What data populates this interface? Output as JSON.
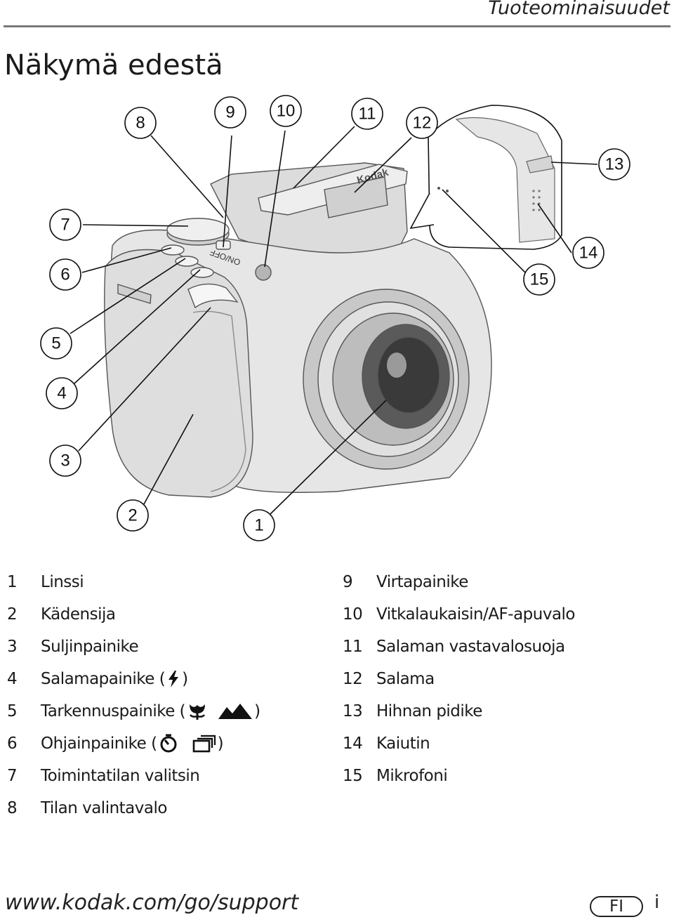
{
  "header": {
    "section_title": "Tuoteominaisuudet"
  },
  "page_title": "Näkymä edestä",
  "callouts": [
    "1",
    "2",
    "3",
    "4",
    "5",
    "6",
    "7",
    "8",
    "9",
    "10",
    "11",
    "12",
    "13",
    "14",
    "15"
  ],
  "legend": {
    "left": [
      {
        "num": "1",
        "pre": "Linssi",
        "post": "",
        "icons": []
      },
      {
        "num": "2",
        "pre": "Kädensija",
        "post": "",
        "icons": []
      },
      {
        "num": "3",
        "pre": "Suljinpainike",
        "post": "",
        "icons": []
      },
      {
        "num": "4",
        "pre": "Salamapainike (",
        "post": ")",
        "icons": [
          "flash-icon"
        ]
      },
      {
        "num": "5",
        "pre": "Tarkennuspainike (",
        "post": ")",
        "icons": [
          "macro-icon",
          "landscape-icon"
        ]
      },
      {
        "num": "6",
        "pre": "Ohjainpainike (",
        "post": ")",
        "icons": [
          "self-timer-icon",
          "burst-icon"
        ]
      },
      {
        "num": "7",
        "pre": "Toimintatilan valitsin",
        "post": "",
        "icons": []
      },
      {
        "num": "8",
        "pre": "Tilan valintavalo",
        "post": "",
        "icons": []
      }
    ],
    "right": [
      {
        "num": "9",
        "pre": "Virtapainike"
      },
      {
        "num": "10",
        "pre": "Vitkalaukaisin/AF-apuvalo"
      },
      {
        "num": "11",
        "pre": "Salaman vastavalosuoja"
      },
      {
        "num": "12",
        "pre": "Salama"
      },
      {
        "num": "13",
        "pre": "Hihnan pidike"
      },
      {
        "num": "14",
        "pre": "Kaiutin"
      },
      {
        "num": "15",
        "pre": "Mikrofoni"
      }
    ]
  },
  "camera_labels": {
    "brand": "Kodak",
    "power_label": "ON/OFF"
  },
  "footer": {
    "url": "www.kodak.com/go/support",
    "language": "FI",
    "page_number": "i"
  }
}
